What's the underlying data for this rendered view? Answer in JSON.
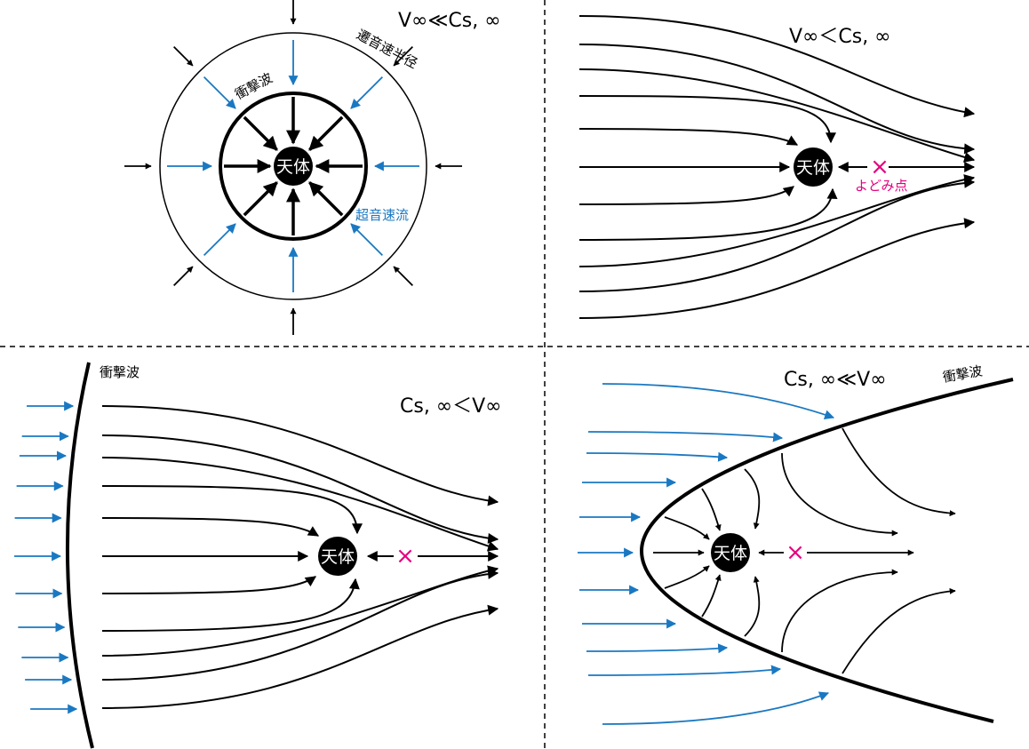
{
  "colors": {
    "black": "#000000",
    "blue": "#1a78c2",
    "pink": "#e6007e"
  },
  "panels": {
    "top_left": {
      "condition": "V∞≪Cs, ∞",
      "sonic_radius_label": "遷音速半径",
      "shock_label": "衝撃波",
      "supersonic_label": "超音速流",
      "body_label": "天体"
    },
    "top_right": {
      "condition": "V∞＜Cs, ∞",
      "stagnation_label": "よどみ点",
      "body_label": "天体",
      "stagnation_marker": "×"
    },
    "bottom_left": {
      "condition": "Cs, ∞＜V∞",
      "shock_label": "衝撃波",
      "body_label": "天体",
      "stagnation_marker": "×"
    },
    "bottom_right": {
      "condition": "Cs, ∞≪V∞",
      "shock_label": "衝撃波",
      "body_label": "天体",
      "stagnation_marker": "×"
    }
  }
}
